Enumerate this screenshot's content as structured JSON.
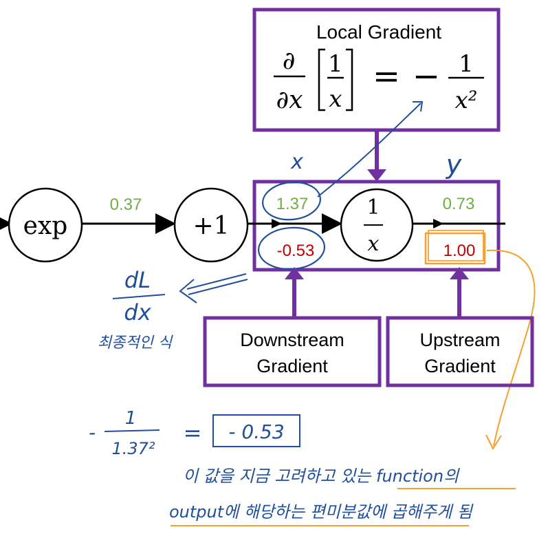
{
  "local_gradient": {
    "title": "Local Gradient",
    "lhs_numerator": "∂",
    "lhs_denominator": "∂x",
    "bracket_numerator": "1",
    "bracket_denominator": "x",
    "equals": "=",
    "minus": "−",
    "rhs_numerator": "1",
    "rhs_denominator": "x²"
  },
  "nodes": {
    "exp": "exp",
    "plus_one": "+1",
    "recip_numerator": "1",
    "recip_denominator": "x"
  },
  "values": {
    "exp_out": "0.37",
    "x_forward": "1.37",
    "x_backward": "-0.53",
    "y_forward": "0.73",
    "y_backward": "1.00"
  },
  "handwritten": {
    "x_label": "x",
    "y_label": "y",
    "dl_num": "dL",
    "dl_den": "dx",
    "korean_final": "최종적인 식",
    "eq_minus": "-",
    "eq_num": "1",
    "eq_den": "1.37²",
    "eq_equals": "=",
    "eq_result": "- 0.53",
    "note_line1": "이 값을 지금 고려하고 있는 function의",
    "note_line2": "output에 해당하는 편미분값에 곱해주게 됨"
  },
  "boxes": {
    "downstream_line1": "Downstream",
    "downstream_line2": "Gradient",
    "upstream_line1": "Upstream",
    "upstream_line2": "Gradient"
  },
  "colors": {
    "purple": "#7030A0",
    "green": "#70AD47",
    "red": "#C00000",
    "blue": "#1F4E9C",
    "orange": "#F5A02A"
  }
}
